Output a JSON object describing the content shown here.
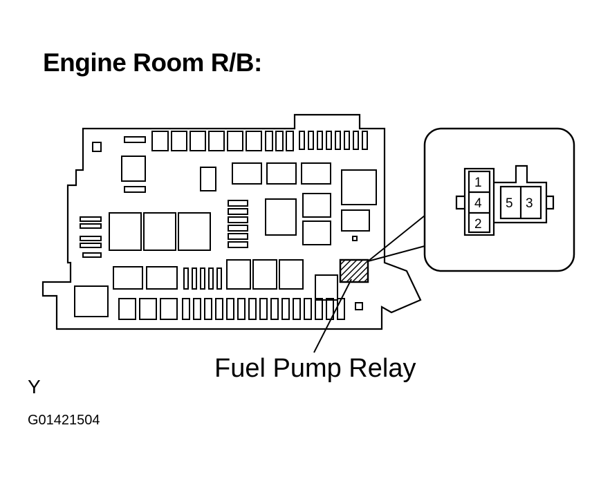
{
  "title": "Engine Room R/B:",
  "callout_label": "Fuel Pump Relay",
  "connector": {
    "pins": [
      "1",
      "4",
      "2",
      "5",
      "3"
    ]
  },
  "footer": {
    "code": "Y",
    "figure_id": "G01421504"
  }
}
